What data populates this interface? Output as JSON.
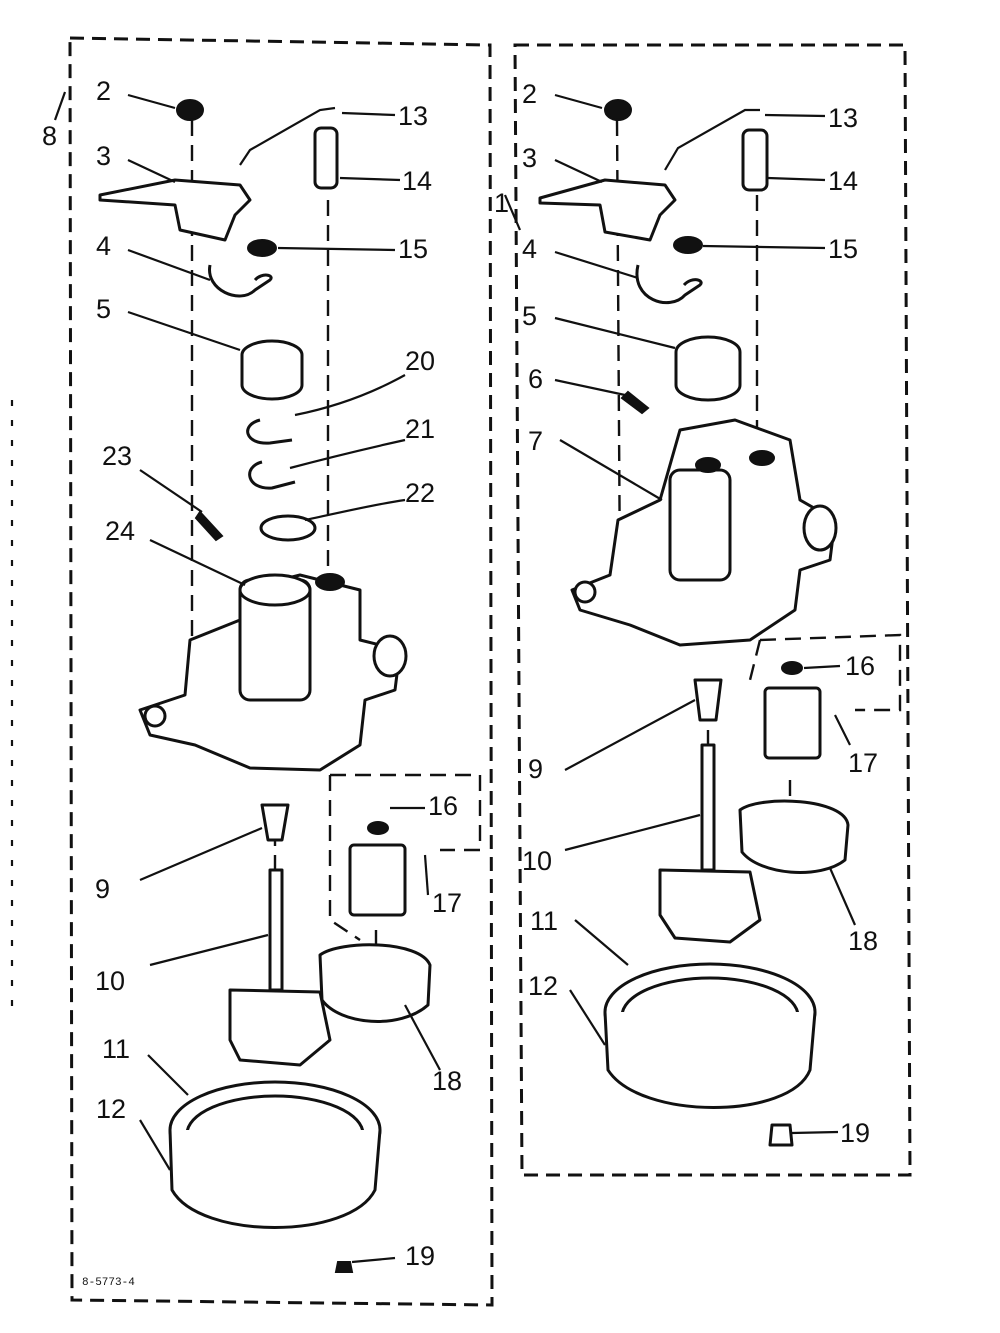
{
  "left_panel": {
    "callouts": [
      {
        "id": "8",
        "text": "8"
      },
      {
        "id": "2",
        "text": "2"
      },
      {
        "id": "3",
        "text": "3"
      },
      {
        "id": "4",
        "text": "4"
      },
      {
        "id": "5",
        "text": "5"
      },
      {
        "id": "13",
        "text": "13"
      },
      {
        "id": "14",
        "text": "14"
      },
      {
        "id": "15",
        "text": "15"
      },
      {
        "id": "20",
        "text": "20"
      },
      {
        "id": "21",
        "text": "21"
      },
      {
        "id": "22",
        "text": "22"
      },
      {
        "id": "23",
        "text": "23"
      },
      {
        "id": "24",
        "text": "24"
      },
      {
        "id": "16",
        "text": "16"
      },
      {
        "id": "17",
        "text": "17"
      },
      {
        "id": "9",
        "text": "9"
      },
      {
        "id": "10",
        "text": "10"
      },
      {
        "id": "18",
        "text": "18"
      },
      {
        "id": "11",
        "text": "11"
      },
      {
        "id": "12",
        "text": "12"
      },
      {
        "id": "19",
        "text": "19"
      }
    ],
    "drawing_code": "8-5773-4"
  },
  "right_panel": {
    "callouts": [
      {
        "id": "1",
        "text": "1"
      },
      {
        "id": "2",
        "text": "2"
      },
      {
        "id": "3",
        "text": "3"
      },
      {
        "id": "4",
        "text": "4"
      },
      {
        "id": "5",
        "text": "5"
      },
      {
        "id": "6",
        "text": "6"
      },
      {
        "id": "7",
        "text": "7"
      },
      {
        "id": "13",
        "text": "13"
      },
      {
        "id": "14",
        "text": "14"
      },
      {
        "id": "15",
        "text": "15"
      },
      {
        "id": "16",
        "text": "16"
      },
      {
        "id": "17",
        "text": "17"
      },
      {
        "id": "9",
        "text": "9"
      },
      {
        "id": "10",
        "text": "10"
      },
      {
        "id": "18",
        "text": "18"
      },
      {
        "id": "11",
        "text": "11"
      },
      {
        "id": "12",
        "text": "12"
      },
      {
        "id": "19",
        "text": "19"
      }
    ]
  }
}
